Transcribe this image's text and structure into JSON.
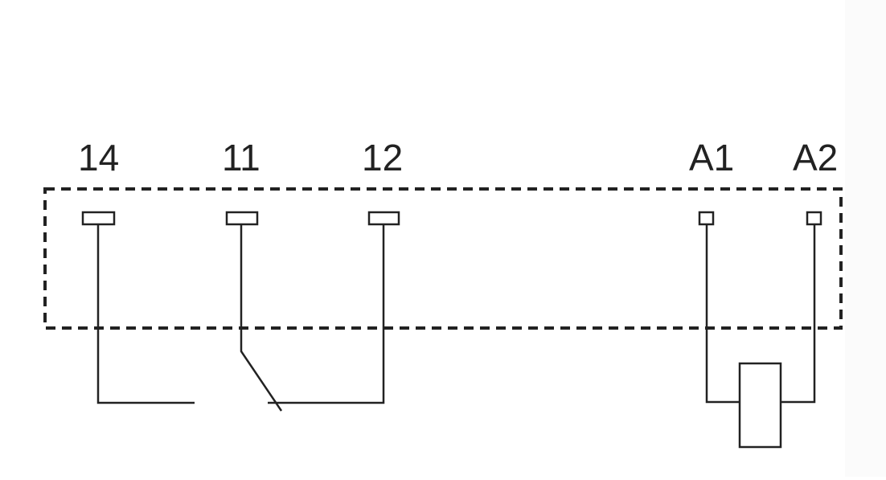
{
  "terminals": [
    {
      "id": "t14",
      "label": "14"
    },
    {
      "id": "t11",
      "label": "11"
    },
    {
      "id": "t12",
      "label": "12"
    },
    {
      "id": "ta1",
      "label": "A1"
    },
    {
      "id": "ta2",
      "label": "A2"
    }
  ],
  "colors": {
    "line": "#222222",
    "background": "#ffffff"
  }
}
